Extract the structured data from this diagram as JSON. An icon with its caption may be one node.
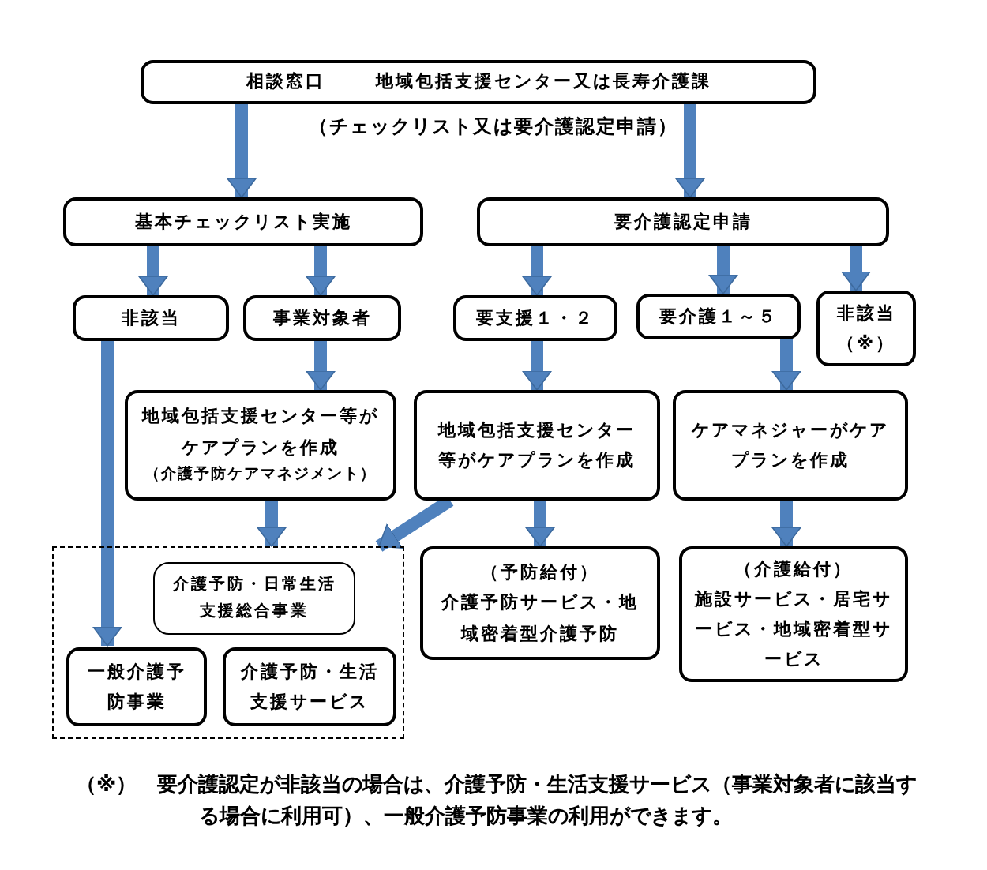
{
  "diagram": {
    "nodes": [
      {
        "text": [
          "相談窓口",
          "地域包括支援センター又は長寿介護課"
        ]
      },
      {
        "text": [
          "基本チェックリスト実施"
        ]
      },
      {
        "text": [
          "要介護認定申請"
        ]
      },
      {
        "text": [
          "非該当"
        ]
      },
      {
        "text": [
          "事業対象者"
        ]
      },
      {
        "text": [
          "要支援１・２"
        ]
      },
      {
        "text": [
          "要介護１～５"
        ]
      },
      {
        "text": [
          "非該当（※）"
        ]
      },
      {
        "text": [
          "地域包括支援センター等がケアプランを作成",
          "（介護予防ケアマネジメント）"
        ]
      },
      {
        "text": [
          "地域包括支援センター等がケアプランを作成"
        ]
      },
      {
        "text": [
          "ケアマネジャーがケアプランを作成"
        ]
      },
      {
        "text": [],
        "shape": "box"
      },
      {
        "text": [
          "介護予防・日常生活支援総合事業"
        ],
        "in": 11
      },
      {
        "text": [
          "一般介護予防事業"
        ],
        "in": 11
      },
      {
        "text": [
          "介護予防・生活支援サービス"
        ],
        "in": 11
      },
      {
        "text": [
          "（予防給付）",
          "介護予防サービス・地域密着型介護予防"
        ]
      },
      {
        "text": [
          "（介護給付）",
          "施設サービス・居宅サービス・地域密着型サービス"
        ]
      }
    ],
    "edges": [
      {
        "from": 0,
        "to": 1,
        "arrow": "to"
      },
      {
        "from": 0,
        "to": 2,
        "arrow": "to"
      },
      {
        "from": 1,
        "to": 3,
        "arrow": "to"
      },
      {
        "from": 1,
        "to": 4,
        "arrow": "to"
      },
      {
        "from": 2,
        "to": 5,
        "arrow": "to"
      },
      {
        "from": 2,
        "to": 6,
        "arrow": "to"
      },
      {
        "from": 2,
        "to": 7,
        "arrow": "to"
      },
      {
        "from": 3,
        "to": 13,
        "arrow": "to"
      },
      {
        "from": 4,
        "to": 8,
        "arrow": "to"
      },
      {
        "from": 5,
        "to": 9,
        "arrow": "to"
      },
      {
        "from": 6,
        "to": 10,
        "arrow": "to"
      },
      {
        "from": 8,
        "to": 11,
        "arrow": "to"
      },
      {
        "from": 9,
        "to": 11,
        "arrow": "to"
      },
      {
        "from": 9,
        "to": 15,
        "arrow": "to"
      },
      {
        "from": 10,
        "to": 16,
        "arrow": "to"
      }
    ],
    "labels": [
      "（チェックリスト又は要介護認定申請）",
      "（※）　要介護認定が非該当の場合は、介護予防・生活支援サービス（事業対象者に該当する場合に利用可）、一般介護予防事業の利用ができます。"
    ]
  }
}
